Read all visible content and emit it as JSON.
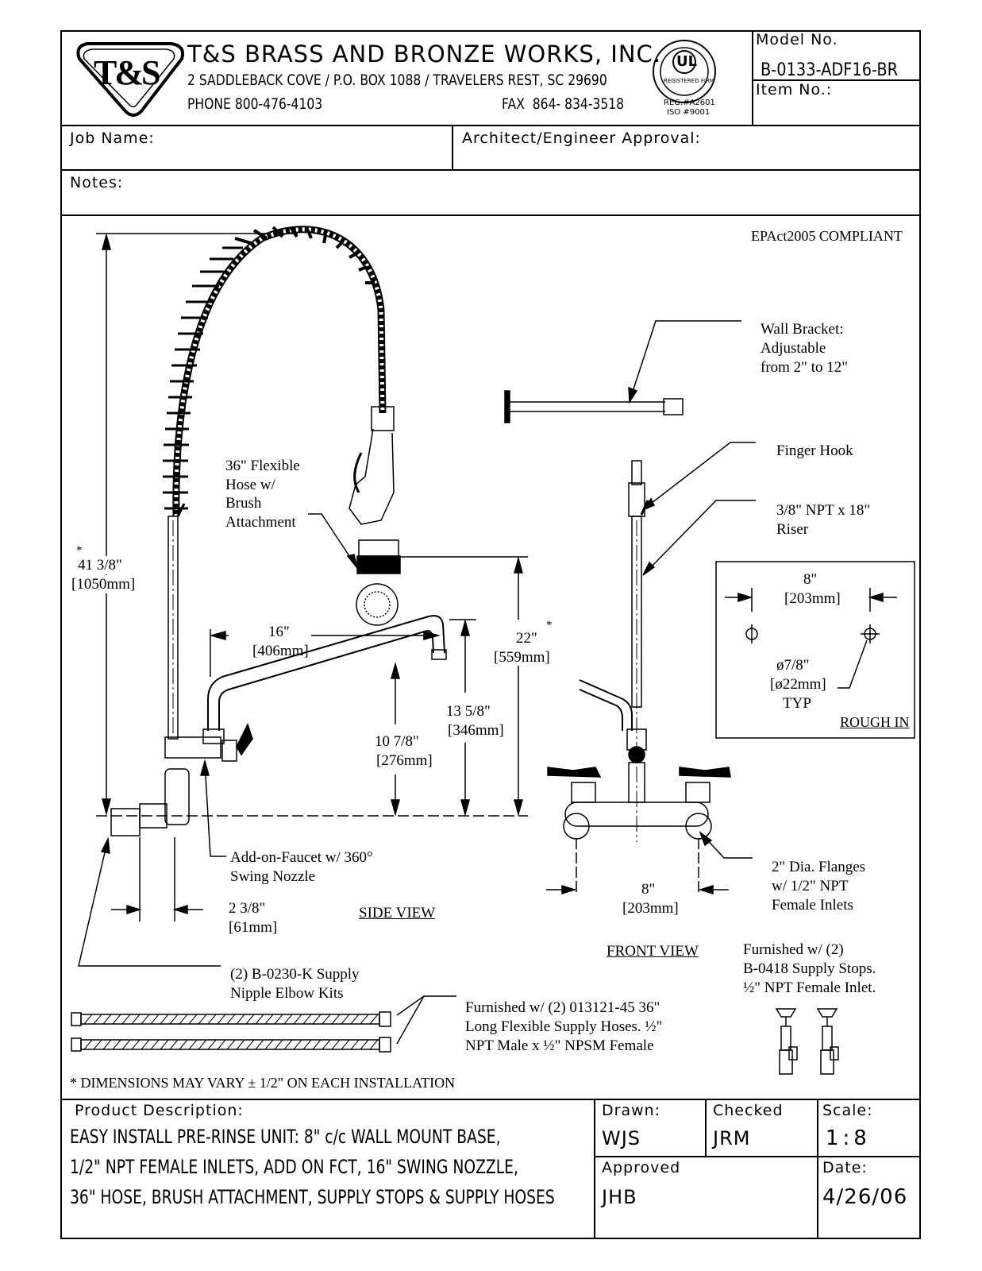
{
  "company": {
    "logo_text": "T&S",
    "name": "T&S BRASS AND BRONZE WORKS, INC.",
    "address": "2 SADDLEBACK COVE / P.O. BOX 1088 / TRAVELERS REST, SC 29690",
    "phone": "PHONE 800-476-4103",
    "fax": "FAX  864- 834-3518",
    "ul_mark": "UL",
    "ul_ring_text": "REGISTERED FIRM",
    "reg": "REG.#A2601",
    "iso": "ISO #9001"
  },
  "header": {
    "model_label": "Model No.",
    "model_value": "B-0133-ADF16-BR",
    "item_label": "Item No.:",
    "job_label": "Job Name:",
    "architect_label": "Architect/Engineer Approval:",
    "notes_label": "Notes:"
  },
  "drawing": {
    "compliance": "EPAct2005 COMPLIANT",
    "wall_bracket": [
      "Wall Bracket:",
      "Adjustable",
      "from 2\" to 12\""
    ],
    "finger_hook": "Finger Hook",
    "riser": [
      "3/8\" NPT x 18\"",
      "Riser"
    ],
    "hose_callout": [
      "36\" Flexible",
      "Hose w/",
      "Brush",
      "Attachment"
    ],
    "dim_height": [
      "*",
      "41 3/8\"",
      "[1050mm]"
    ],
    "dim_16": [
      "16\"",
      "[406mm]"
    ],
    "dim_22": [
      "22\"",
      "*",
      "[559mm]"
    ],
    "dim_13": [
      "13 5/8\"",
      "[346mm]"
    ],
    "dim_10": [
      "10 7/8\"",
      "[276mm]"
    ],
    "dim_2_38": [
      "2 3/8\"",
      "[61mm]"
    ],
    "add_on": [
      "Add-on-Faucet w/ 360°",
      "Swing Nozzle"
    ],
    "side_view": "SIDE VIEW",
    "front_view": "FRONT VIEW",
    "dim_8_front": [
      "8\"",
      "[203mm]"
    ],
    "flanges": [
      "2\" Dia. Flanges",
      "w/ 1/2\" NPT",
      "Female Inlets"
    ],
    "rough_in": {
      "dim": [
        "8\"",
        "[203mm]"
      ],
      "hole": [
        "ø7/8\"",
        "[ø22mm]",
        "TYP"
      ],
      "title": "ROUGH IN"
    },
    "supply_kits": [
      "(2) B-0230-K Supply",
      "Nipple Elbow Kits"
    ],
    "supply_stops": [
      "Furnished w/ (2)",
      "B-0418 Supply Stops.",
      "½\" NPT Female Inlet."
    ],
    "supply_hoses": [
      "Furnished w/ (2) 013121-45 36\"",
      "Long Flexible Supply Hoses. ½\"",
      "NPT Male x ½\" NPSM Female"
    ],
    "dimension_note": "* DIMENSIONS MAY VARY ± 1/2\" ON EACH INSTALLATION"
  },
  "footer": {
    "product_label": "Product Description:",
    "description_lines": [
      "EASY INSTALL PRE-RINSE UNIT: 8\" c/c WALL MOUNT BASE,",
      "1/2\" NPT FEMALE INLETS, ADD ON FCT, 16\" SWING NOZZLE,",
      "36\" HOSE, BRUSH ATTACHMENT, SUPPLY STOPS & SUPPLY HOSES"
    ],
    "drawn_label": "Drawn:",
    "drawn_value": "WJS",
    "checked_label": "Checked",
    "checked_value": "JRM",
    "scale_label": "Scale:",
    "scale_value": "1:8",
    "approved_label": "Approved",
    "approved_value": "JHB",
    "date_label": "Date:",
    "date_value": "4/26/06"
  }
}
